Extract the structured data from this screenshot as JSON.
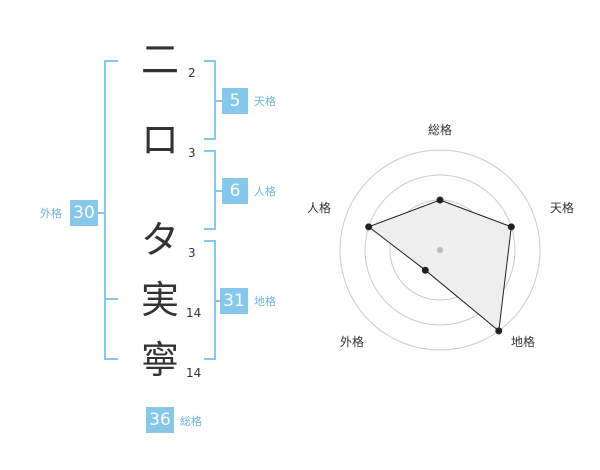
{
  "name_chars": [
    {
      "char": "二",
      "strokes": "2"
    },
    {
      "char": "ロ",
      "strokes": "3"
    },
    {
      "char": "タ",
      "strokes": "3"
    },
    {
      "char": "実",
      "strokes": "14"
    },
    {
      "char": "寧",
      "strokes": "14"
    }
  ],
  "fortunes": {
    "tenkaku": {
      "value": "5",
      "label": "天格"
    },
    "jinkaku": {
      "value": "6",
      "label": "人格"
    },
    "chikaku": {
      "value": "31",
      "label": "地格"
    },
    "gaikaku": {
      "value": "30",
      "label": "外格"
    },
    "soukaku": {
      "value": "36",
      "label": "総格"
    }
  },
  "radar": {
    "axes": [
      "総格",
      "天格",
      "地格",
      "外格",
      "人格"
    ],
    "levels": 4,
    "values": [
      2,
      3,
      4,
      1,
      3
    ],
    "colors": {
      "ring": "#cccccc",
      "fill": "#eeeeee",
      "line": "#222222",
      "center": "#bbbbbb"
    }
  },
  "colors": {
    "accent": "#86c7ec"
  }
}
